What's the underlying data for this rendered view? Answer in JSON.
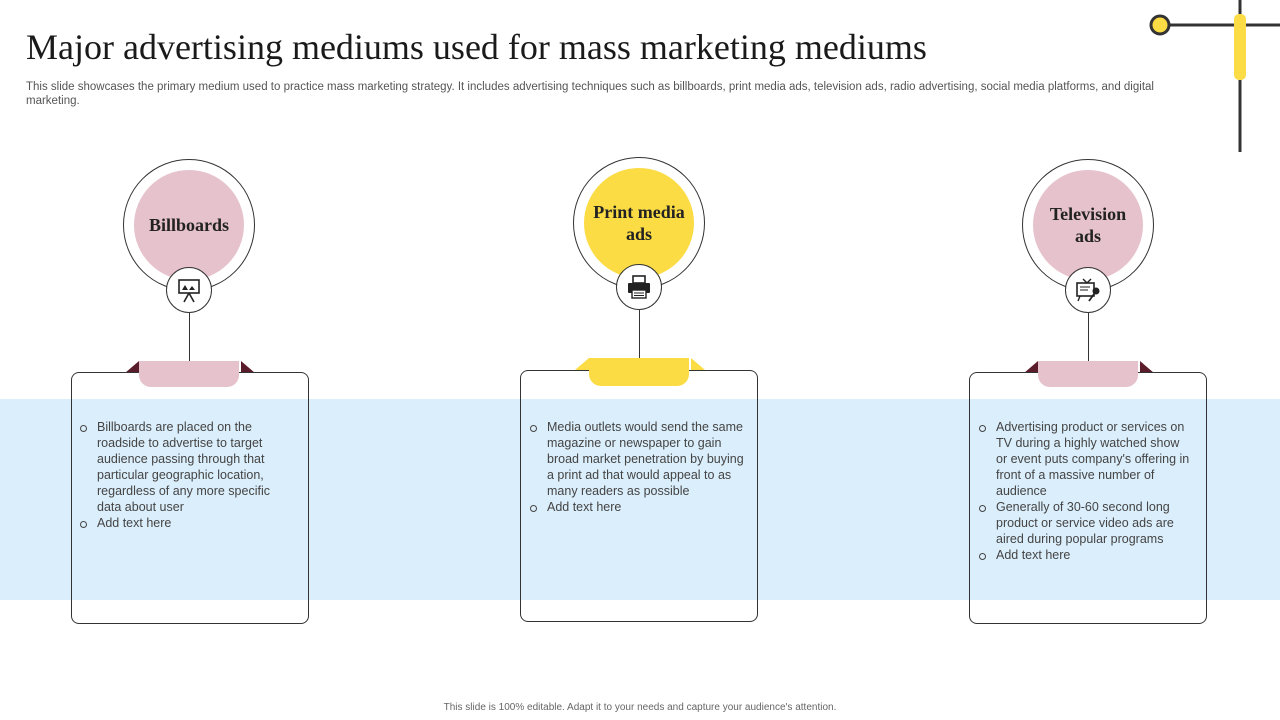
{
  "slide": {
    "title": "Major advertising mediums used for mass marketing mediums",
    "subtitle": "This slide showcases the primary medium used to practice mass marketing strategy. It includes advertising techniques such as billboards, print media ads, television ads, radio advertising, social media platforms, and digital marketing.",
    "footer": "This slide is 100% editable. Adapt it to your needs and capture your audience's attention."
  },
  "colors": {
    "pink": "#e6c2cc",
    "yellow": "#fcdc44",
    "band": "#dbeefb",
    "dark_maroon": "#5a1b2a",
    "outline": "#333333"
  },
  "columns": [
    {
      "label": "Billboards",
      "icon": "billboard-icon",
      "accent": "pink",
      "bullets": [
        "Billboards are placed on the roadside to advertise  to target audience passing through that particular geographic location, regardless of any more specific data about user",
        "Add text here"
      ]
    },
    {
      "label": "Print media ads",
      "icon": "printer-icon",
      "accent": "yellow",
      "bullets": [
        "Media outlets would send the same magazine or newspaper to gain broad market penetration by buying a print ad that would appeal to as many readers as possible",
        "Add text here"
      ]
    },
    {
      "label": "Television ads",
      "icon": "tv-microphone-icon",
      "accent": "pink",
      "bullets": [
        "Advertising product or services on TV during a highly watched show or  event puts company's offering  in front of a massive number of audience",
        "Generally of 30-60 second long product or service video ads are aired during popular programs",
        "Add text here"
      ]
    }
  ]
}
